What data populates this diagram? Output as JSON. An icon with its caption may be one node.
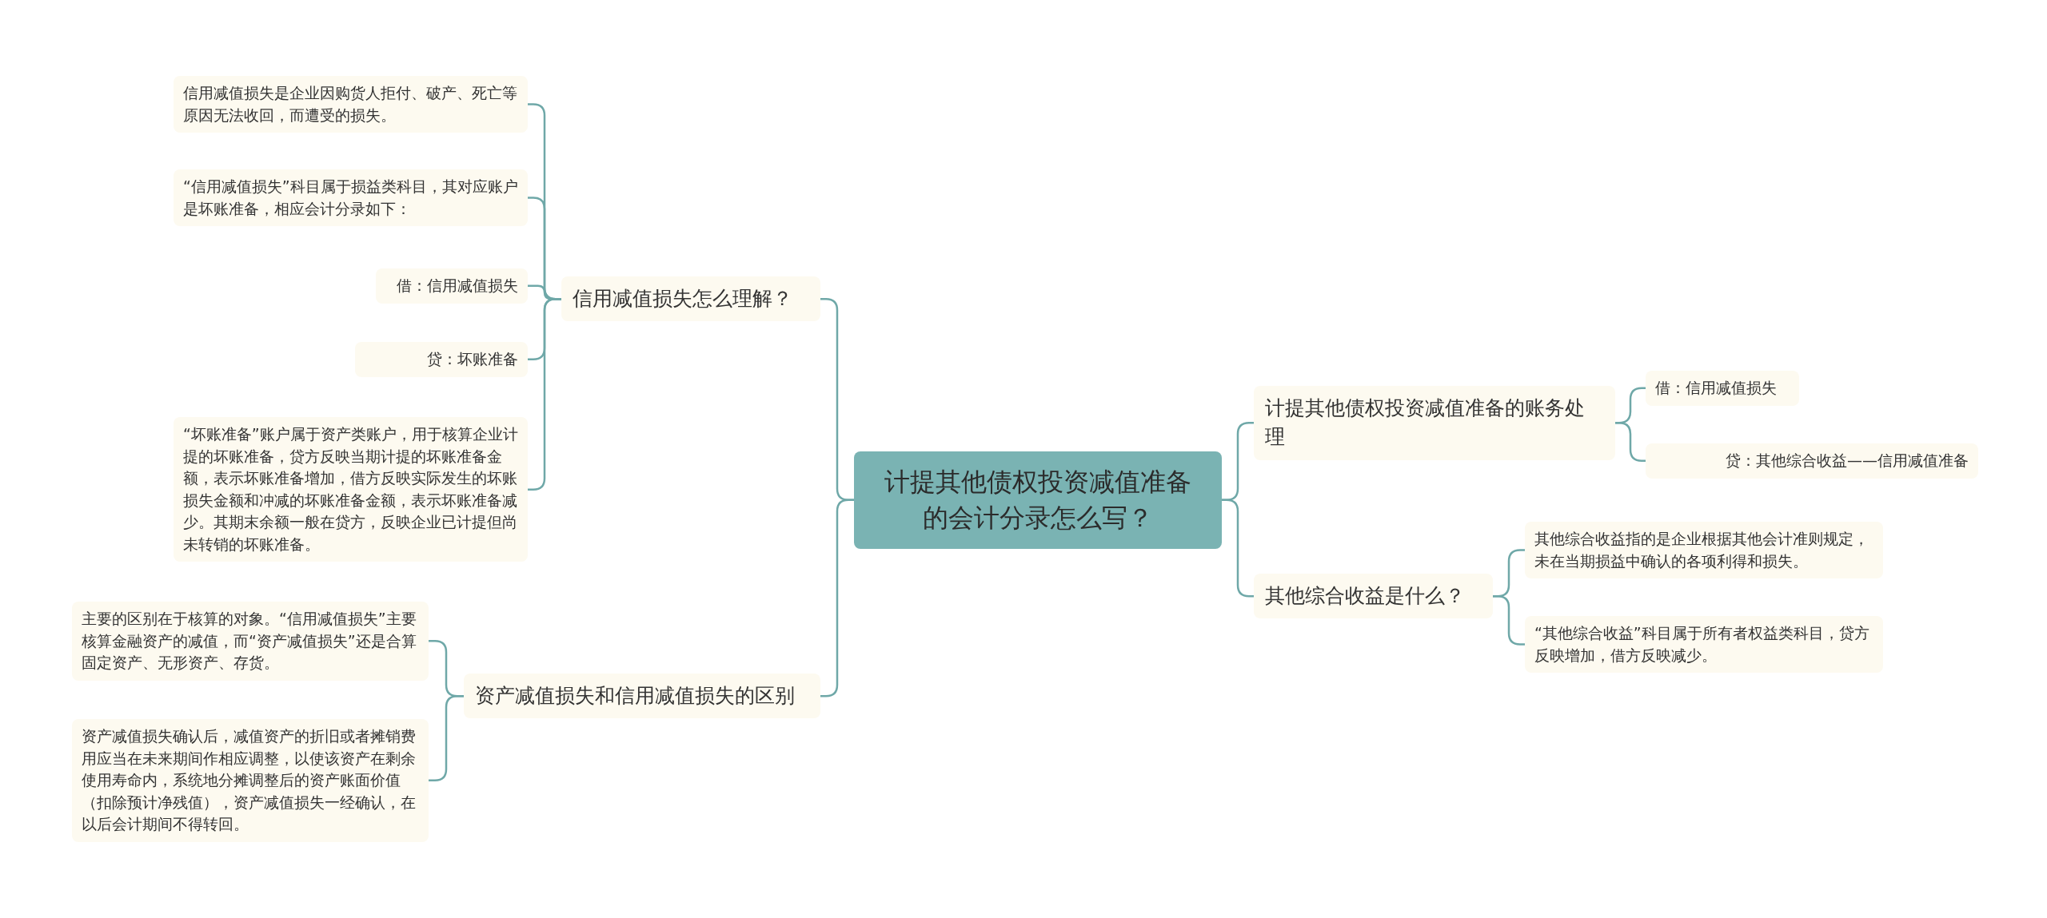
{
  "diagram": {
    "nodes": [
      {
        "text": [
          "计提其他债权投资减值准备的会计分录怎么写？"
        ]
      },
      {
        "text": [
          "信用减值损失怎么理解？"
        ]
      },
      {
        "text": [
          "信用减值损失是企业因购货人拒付、破产、死亡等原因无法收回，而遭受的损失。"
        ]
      },
      {
        "text": [
          "“信用减值损失”科目属于损益类科目，其对应账户是坏账准备，相应会计分录如下："
        ]
      },
      {
        "text": [
          "借：信用减值损失"
        ]
      },
      {
        "text": [
          "贷：坏账准备"
        ]
      },
      {
        "text": [
          "“坏账准备”账户属于资产类账户，用于核算企业计提的坏账准备，贷方反映当期计提的坏账准备金额，表示坏账准备增加，借方反映实际发生的坏账损失金额和冲减的坏账准备金额，表示坏账准备减少。其期末余额一般在贷方，反映企业已计提但尚未转销的坏账准备。"
        ]
      },
      {
        "text": [
          "资产减值损失和信用减值损失的区别"
        ]
      },
      {
        "text": [
          "主要的区别在于核算的对象。“信用减值损失”主要核算金融资产的减值，而“资产减值损失”还是合算固定资产、无形资产、存货。"
        ]
      },
      {
        "text": [
          "资产减值损失确认后，减值资产的折旧或者摊销费用应当在未来期间作相应调整，以使该资产在剩余使用寿命内，系统地分摊调整后的资产账面价值（扣除预计净残值），资产减值损失一经确认，在以后会计期间不得转回。"
        ]
      },
      {
        "text": [
          "计提其他债权投资减值准备的账务处理"
        ]
      },
      {
        "text": [
          "借：信用减值损失"
        ]
      },
      {
        "text": [
          "贷：其他综合收益——信用减值准备"
        ]
      },
      {
        "text": [
          "其他综合收益是什么？"
        ]
      },
      {
        "text": [
          "其他综合收益指的是企业根据其他会计准则规定，未在当期损益中确认的各项利得和损失。"
        ]
      },
      {
        "text": [
          "“其他综合收益”科目属于所有者权益类科目，贷方反映增加，借方反映减少。"
        ]
      }
    ],
    "edges": [
      {
        "from": 0,
        "to": 1,
        "arrow": "none"
      },
      {
        "from": 1,
        "to": 2,
        "arrow": "none"
      },
      {
        "from": 1,
        "to": 3,
        "arrow": "none"
      },
      {
        "from": 1,
        "to": 4,
        "arrow": "none"
      },
      {
        "from": 1,
        "to": 5,
        "arrow": "none"
      },
      {
        "from": 1,
        "to": 6,
        "arrow": "none"
      },
      {
        "from": 0,
        "to": 7,
        "arrow": "none"
      },
      {
        "from": 7,
        "to": 8,
        "arrow": "none"
      },
      {
        "from": 7,
        "to": 9,
        "arrow": "none"
      },
      {
        "from": 0,
        "to": 10,
        "arrow": "none"
      },
      {
        "from": 10,
        "to": 11,
        "arrow": "none"
      },
      {
        "from": 10,
        "to": 12,
        "arrow": "none"
      },
      {
        "from": 0,
        "to": 13,
        "arrow": "none"
      },
      {
        "from": 13,
        "to": 14,
        "arrow": "none"
      },
      {
        "from": 13,
        "to": 15,
        "arrow": "none"
      }
    ]
  }
}
